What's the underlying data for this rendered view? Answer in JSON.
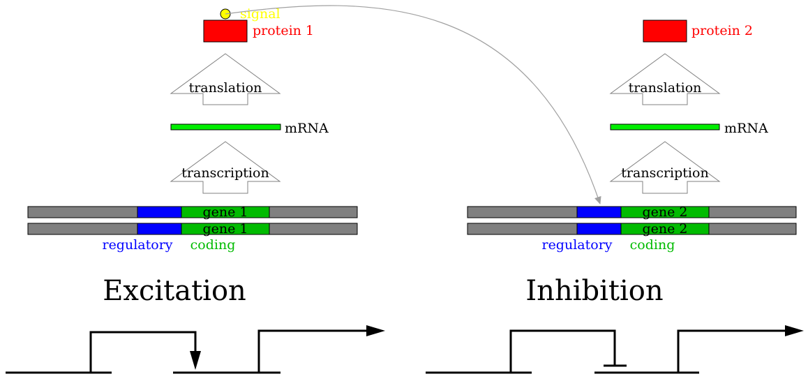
{
  "colors": {
    "protein": "#ff0000",
    "signal": "#ffff00",
    "mrna": "#00ee00",
    "dna": "#808080",
    "regulatory": "#0000ff",
    "coding": "#00bb00",
    "arrow_outline": "#808080",
    "curve": "#a0a0a0"
  },
  "left": {
    "signal_label": "signal",
    "protein_label": "protein 1",
    "translation_label": "translation",
    "mrna_label": "mRNA",
    "transcription_label": "transcription",
    "gene_label_top": "gene 1",
    "gene_label_bottom": "gene 1",
    "regulatory_label": "regulatory",
    "coding_label": "coding",
    "title": "Excitation"
  },
  "right": {
    "protein_label": "protein 2",
    "translation_label": "translation",
    "mrna_label": "mRNA",
    "transcription_label": "transcription",
    "gene_label_top": "gene 2",
    "gene_label_bottom": "gene 2",
    "regulatory_label": "regulatory",
    "coding_label": "coding",
    "title": "Inhibition"
  }
}
